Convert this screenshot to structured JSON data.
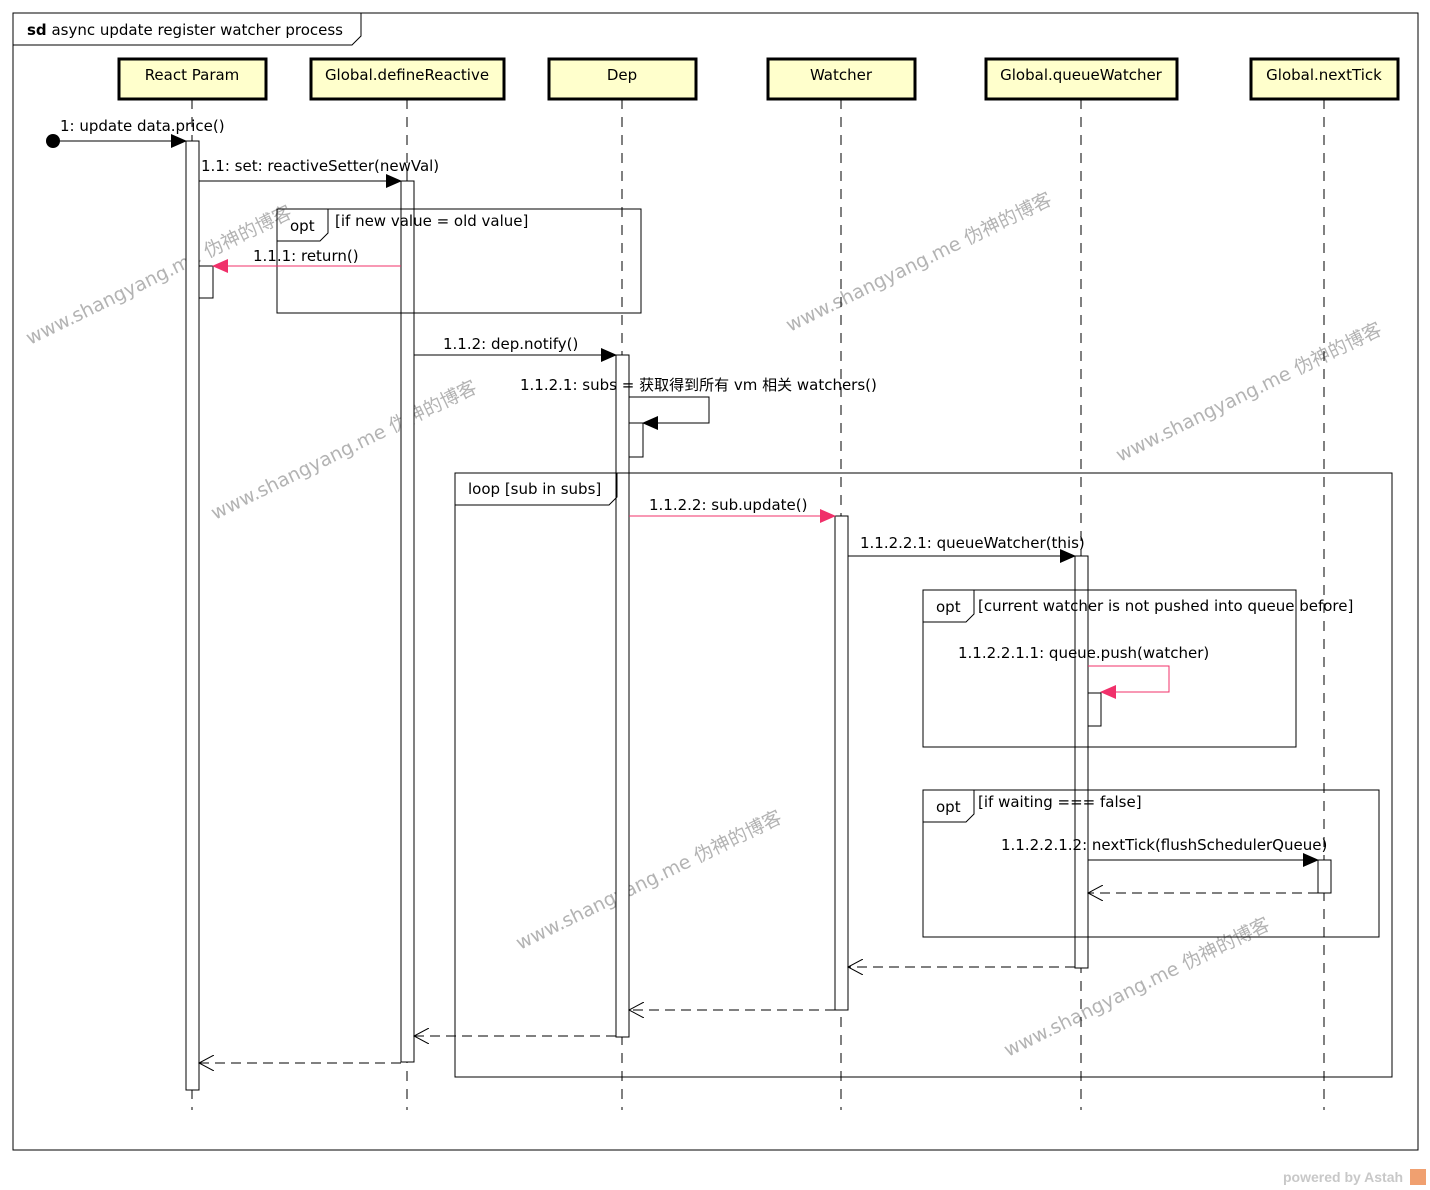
{
  "diagram": {
    "frame_keyword": "sd",
    "frame_title": "async update register watcher process",
    "lifelines": [
      "React Param",
      "Global.defineReactive",
      "Dep",
      "Watcher",
      "Global.queueWatcher",
      "Global.nextTick"
    ],
    "messages": [
      "1: update data.price()",
      "1.1: set: reactiveSetter(newVal)",
      "1.1.1: return()",
      "1.1.2: dep.notify()",
      "1.1.2.1: subs = 获取得到所有 vm 相关 watchers()",
      "1.1.2.2: sub.update()",
      "1.1.2.2.1: queueWatcher(this)",
      "1.1.2.2.1.1: queue.push(watcher)",
      "1.1.2.2.1.2: nextTick(flushSchedulerQueue)"
    ],
    "fragments": [
      {
        "operator": "opt",
        "guard": "[if new value = old value]"
      },
      {
        "operator": "loop",
        "guard": "[sub in subs]"
      },
      {
        "operator": "opt",
        "guard": "[current watcher is not pushed into queue before]"
      },
      {
        "operator": "opt",
        "guard": "[if waiting === false]"
      }
    ],
    "colors": {
      "lifeline_head": "#ffffcc",
      "highlight_message": "#f0306a"
    }
  },
  "watermark": "www.shangyang.me 伪神的博客",
  "footer": {
    "powered_by": "powered by Astah",
    "logo_color": "#f0a070"
  }
}
